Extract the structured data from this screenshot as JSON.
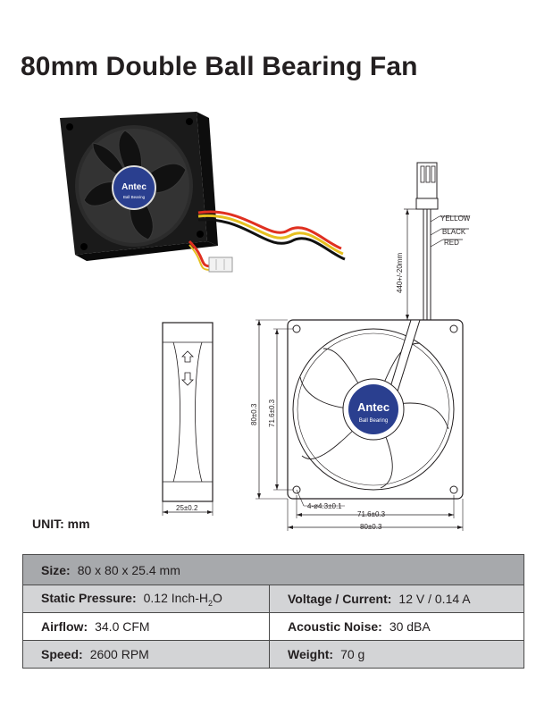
{
  "title": "80mm Double Ball Bearing Fan",
  "drawing": {
    "brand": "Antec",
    "hub_label": "Ball Bearing",
    "wire_colors": [
      "YELLOW",
      "BLACK",
      "RED"
    ],
    "cable_length": "440+/-20mm",
    "overall_width": "80±0.3",
    "overall_height": "80±0.3",
    "hole_spacing_x": "71.6±0.3",
    "hole_spacing_y": "71.6±0.3",
    "hole_spec": "4-ø4.3±0.1",
    "depth": "25±0.2"
  },
  "unit_label": "UNIT: mm",
  "specs": {
    "size": {
      "label": "Size:",
      "value": "80 x 80 x 25.4 mm"
    },
    "static_pressure": {
      "label": "Static Pressure:",
      "value": "0.12 Inch-H",
      "sub": "2",
      "suffix": "O"
    },
    "voltage_current": {
      "label": "Voltage / Current:",
      "value": "12 V / 0.14 A"
    },
    "airflow": {
      "label": "Airflow:",
      "value": "34.0 CFM"
    },
    "acoustic_noise": {
      "label": "Acoustic Noise:",
      "value": "30 dBA"
    },
    "speed": {
      "label": "Speed:",
      "value": "2600 RPM"
    },
    "weight": {
      "label": "Weight:",
      "value": "70 g"
    }
  },
  "colors": {
    "header_row": "#a7a9ac",
    "alt_row": "#d3d4d6",
    "table_divider": "#3b3b8f",
    "hub_blue": "#2a3f8f"
  }
}
